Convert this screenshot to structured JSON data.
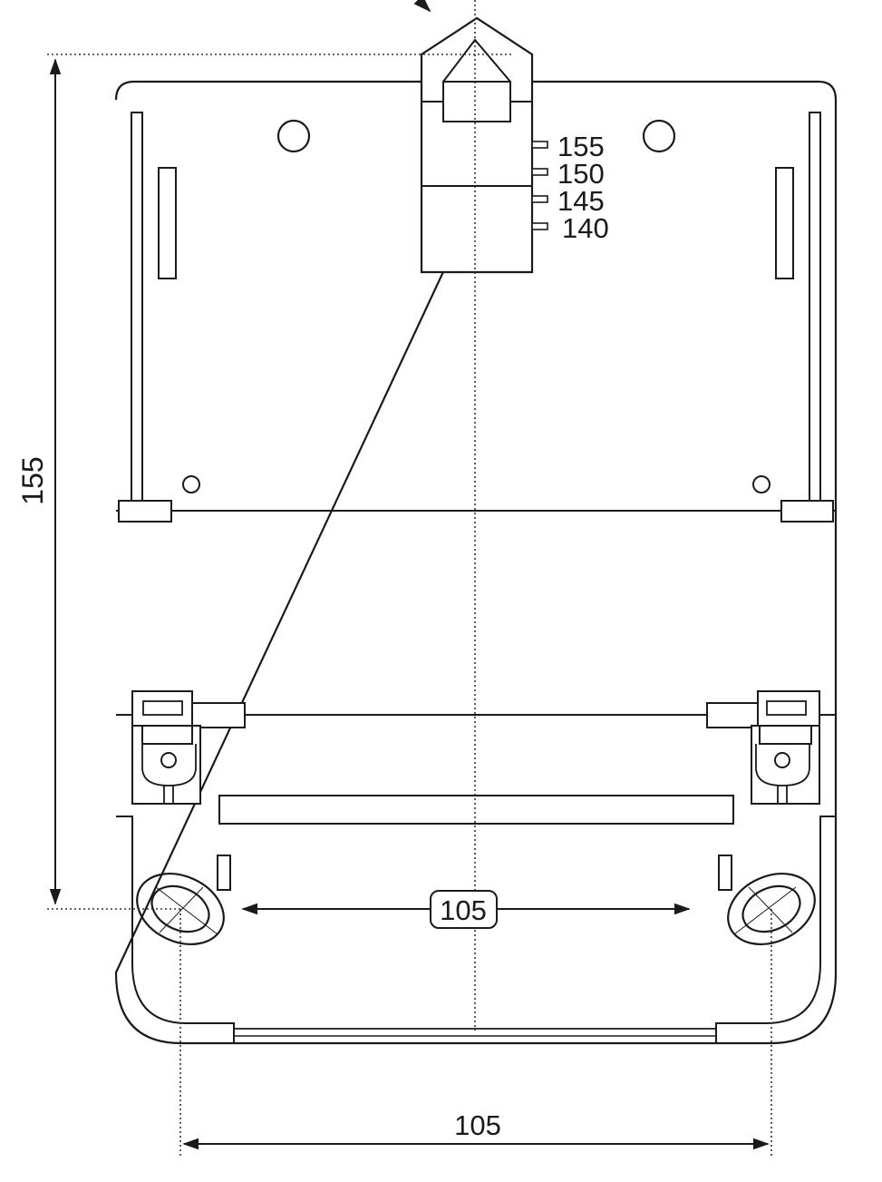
{
  "dimensions": {
    "height_label": "155",
    "inner_width_label": "105",
    "bottom_width_label": "105"
  },
  "hanger_scale": {
    "marks": [
      "155",
      "150",
      "145",
      "140"
    ]
  },
  "colors": {
    "line": "#1a1a1a",
    "background": "#ffffff"
  }
}
